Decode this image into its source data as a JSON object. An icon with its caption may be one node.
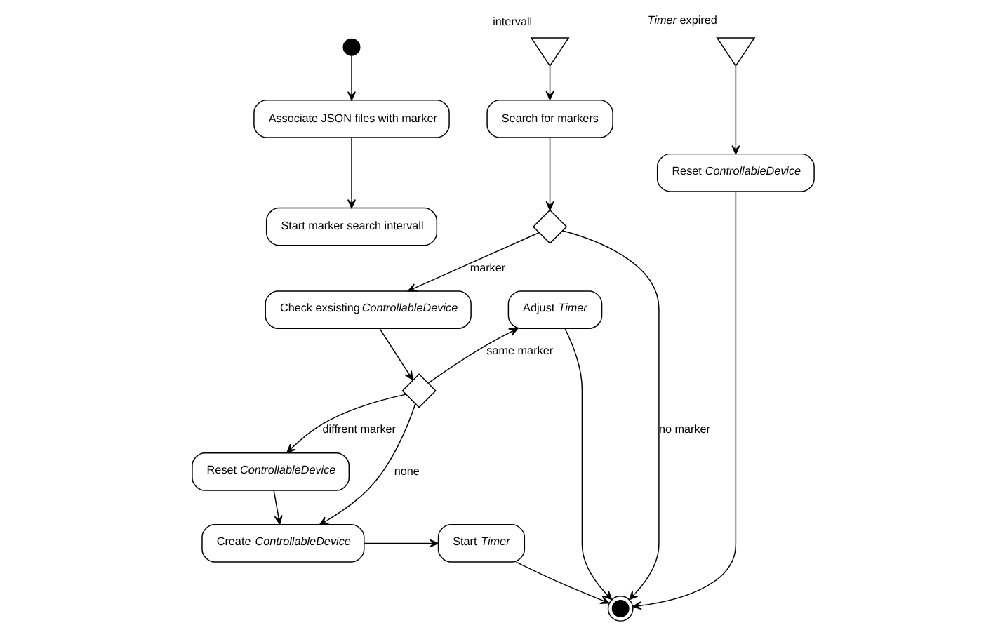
{
  "diagram": {
    "nodes": [
      {
        "text": [],
        "shape": "circle"
      },
      {
        "text": [
          "Associate JSON files with marker"
        ]
      },
      {
        "text": [
          "Start marker search intervall"
        ]
      },
      {
        "text": [
          "intervall"
        ]
      },
      {
        "text": [
          "Search for markers"
        ]
      },
      {
        "text": [
          "*Timer* expired"
        ]
      },
      {
        "text": [
          "Reset *ControllableDevice*"
        ]
      },
      {
        "text": [],
        "shape": "diamond"
      },
      {
        "text": [
          "Check exsisting *ControllableDevice*"
        ]
      },
      {
        "text": [
          "Adjust *Timer*"
        ]
      },
      {
        "text": [],
        "shape": "circle"
      },
      {
        "text": [
          "Reset *ControllableDevice*"
        ]
      },
      {
        "text": [],
        "shape": "diamond"
      },
      {
        "text": [
          "Create *ControllableDevice*"
        ]
      },
      {
        "text": [
          "Start *Timer*"
        ]
      }
    ],
    "edges": [
      {
        "from": 0,
        "to": 1,
        "arrow": "to"
      },
      {
        "from": 1,
        "to": 2,
        "arrow": "to"
      },
      {
        "from": 3,
        "to": 4,
        "arrow": "to"
      },
      {
        "from": 5,
        "to": 6,
        "arrow": "to"
      },
      {
        "from": 4,
        "to": 7,
        "arrow": "to"
      },
      {
        "from": 7,
        "to": 8,
        "label": "marker",
        "arrow": "to"
      },
      {
        "from": 7,
        "to": 10,
        "label": "no marker",
        "arrow": "to"
      },
      {
        "from": 6,
        "to": 10,
        "arrow": "to"
      },
      {
        "from": 8,
        "to": 12,
        "arrow": "to"
      },
      {
        "from": 12,
        "to": 11,
        "label": "diffrent marker",
        "arrow": "to"
      },
      {
        "from": 12,
        "to": 9,
        "label": "same marker",
        "arrow": "to"
      },
      {
        "from": 12,
        "to": 13,
        "label": "none",
        "arrow": "to"
      },
      {
        "from": 9,
        "to": 10,
        "arrow": "to"
      },
      {
        "from": 11,
        "to": 13,
        "arrow": "to"
      },
      {
        "from": 13,
        "to": 14,
        "arrow": "to"
      },
      {
        "from": 14,
        "to": 10,
        "arrow": "to"
      }
    ]
  }
}
